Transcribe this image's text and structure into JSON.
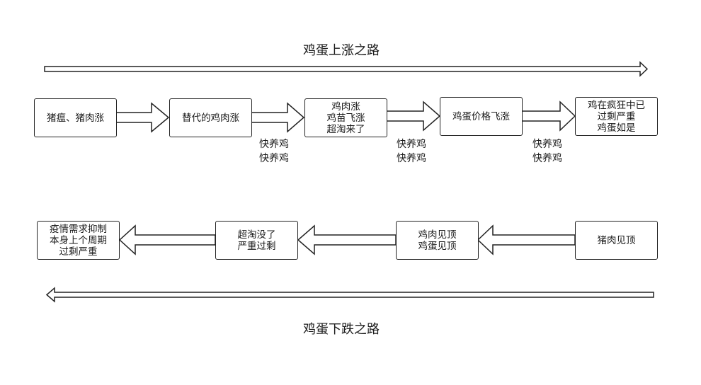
{
  "rise": {
    "title": "鸡蛋上涨之路",
    "boxes": [
      {
        "lines": [
          "猪瘟、猪肉涨"
        ]
      },
      {
        "lines": [
          "替代的鸡肉涨"
        ]
      },
      {
        "lines": [
          "鸡肉涨",
          "鸡苗飞涨",
          "超淘来了"
        ]
      },
      {
        "lines": [
          "鸡蛋价格飞涨"
        ]
      },
      {
        "lines": [
          "鸡在疯狂中已",
          "过剩严重",
          "鸡蛋如是"
        ]
      }
    ],
    "labels": [
      {
        "lines": [
          "快养鸡",
          "快养鸡"
        ]
      },
      {
        "lines": [
          "快养鸡",
          "快养鸡"
        ]
      },
      {
        "lines": [
          "快养鸡",
          "快养鸡"
        ]
      }
    ]
  },
  "fall": {
    "title": "鸡蛋下跌之路",
    "boxes": [
      {
        "lines": [
          "猪肉见顶"
        ]
      },
      {
        "lines": [
          "鸡肉见顶",
          "鸡蛋见顶"
        ]
      },
      {
        "lines": [
          "超淘没了",
          "严重过剩"
        ]
      },
      {
        "lines": [
          "疫情需求抑制",
          "本身上个周期",
          "过剩严重"
        ]
      }
    ]
  },
  "colors": {
    "stroke": "#222222",
    "background": "#ffffff"
  }
}
